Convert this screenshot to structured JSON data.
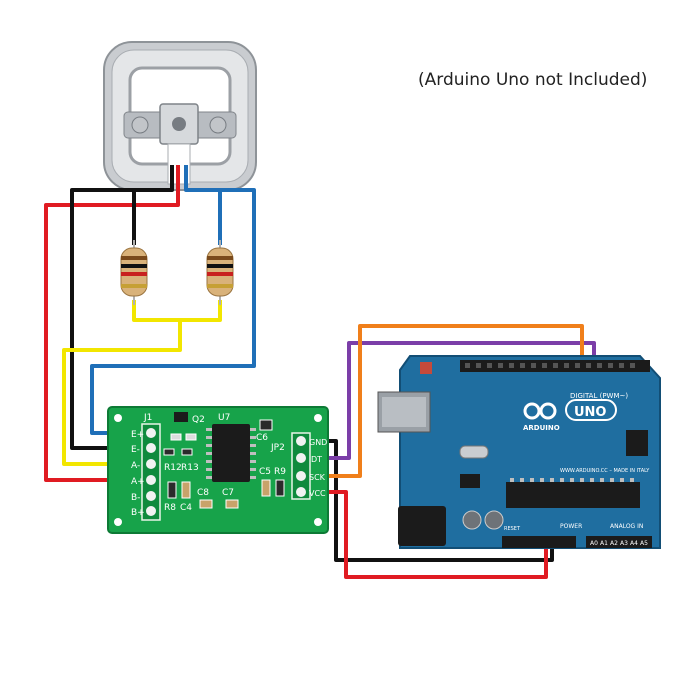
{
  "note": "(Arduino Uno not Included)",
  "hx711": {
    "j1": "J1",
    "q2": "Q2",
    "u7": "U7",
    "c6": "C6",
    "jp2": "JP2",
    "r12": "R12",
    "r13": "R13",
    "c5": "C5",
    "r9": "R9",
    "r8": "R8",
    "c4": "C4",
    "c8": "C8",
    "c7": "C7",
    "left_pins": [
      "E+",
      "E-",
      "A-",
      "A+",
      "B-",
      "B+"
    ],
    "right_pins": [
      "GND",
      "DT",
      "SCK",
      "VCC"
    ]
  },
  "arduino": {
    "logo": "ARDUINO",
    "uno": "UNO",
    "digital": "DIGITAL (PWM~)",
    "power": "POWER",
    "analog": "ANALOG IN",
    "analog_pins": [
      "A0",
      "A1",
      "A2",
      "A3",
      "A4",
      "A5"
    ],
    "reset": "RESET",
    "website": "WWW.ARDUINO.CC – MADE IN ITALY"
  },
  "colors": {
    "red": "#e01b22",
    "black": "#111111",
    "blue": "#1f6fb8",
    "yellow": "#f2e600",
    "orange": "#f07f1a",
    "purple": "#7b3ea8",
    "board_green": "#17a34a",
    "arduino_teal": "#1f6ea0"
  }
}
